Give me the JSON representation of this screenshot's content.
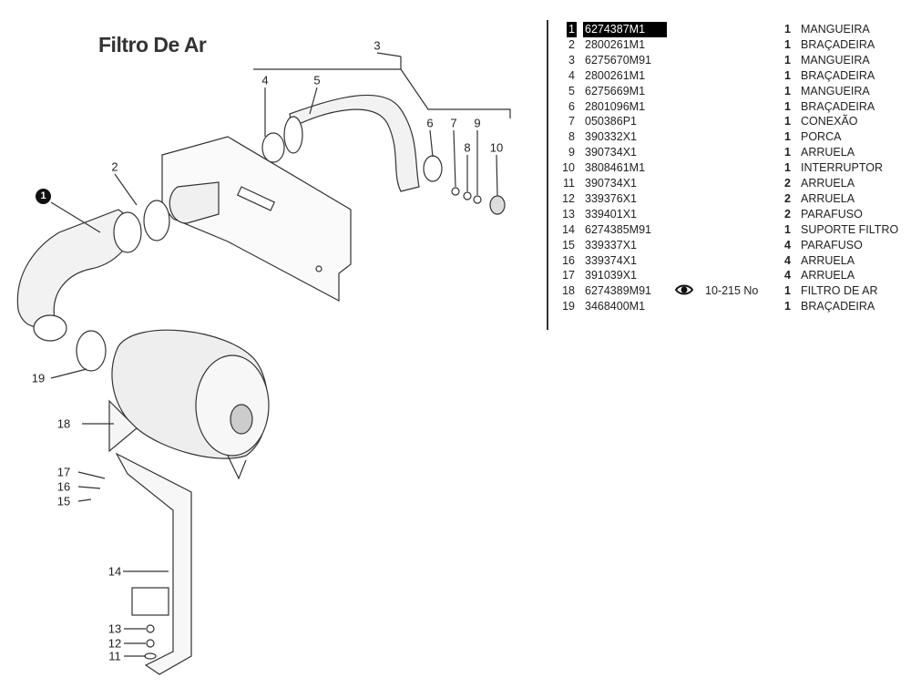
{
  "title": "Filtro De Ar",
  "callouts": {
    "c1": "1",
    "c2": "2",
    "c3": "3",
    "c4": "4",
    "c5": "5",
    "c6": "6",
    "c7": "7",
    "c8": "8",
    "c9": "9",
    "c10": "10",
    "c11": "11",
    "c12": "12",
    "c13": "13",
    "c14": "14",
    "c15": "15",
    "c16": "16",
    "c17": "17",
    "c18": "18",
    "c19": "19"
  },
  "parts": [
    {
      "idx": "1",
      "part": "6274387M1",
      "qty": "1",
      "desc": "MANGUEIRA",
      "selected": true
    },
    {
      "idx": "2",
      "part": "2800261M1",
      "qty": "1",
      "desc": "BRAÇADEIRA"
    },
    {
      "idx": "3",
      "part": "6275670M91",
      "qty": "1",
      "desc": "MANGUEIRA"
    },
    {
      "idx": "4",
      "part": "2800261M1",
      "qty": "1",
      "desc": "BRAÇADEIRA"
    },
    {
      "idx": "5",
      "part": "6275669M1",
      "qty": "1",
      "desc": "MANGUEIRA"
    },
    {
      "idx": "6",
      "part": "2801096M1",
      "qty": "1",
      "desc": "BRAÇADEIRA"
    },
    {
      "idx": "7",
      "part": "050386P1",
      "qty": "1",
      "desc": "CONEXÃO"
    },
    {
      "idx": "8",
      "part": "390332X1",
      "qty": "1",
      "desc": "PORCA"
    },
    {
      "idx": "9",
      "part": "390734X1",
      "qty": "1",
      "desc": "ARRUELA"
    },
    {
      "idx": "10",
      "part": "3808461M1",
      "qty": "1",
      "desc": "INTERRUPTOR"
    },
    {
      "idx": "11",
      "part": "390734X1",
      "qty": "2",
      "desc": "ARRUELA"
    },
    {
      "idx": "12",
      "part": "339376X1",
      "qty": "2",
      "desc": "ARRUELA"
    },
    {
      "idx": "13",
      "part": "339401X1",
      "qty": "2",
      "desc": "PARAFUSO"
    },
    {
      "idx": "14",
      "part": "6274385M91",
      "qty": "1",
      "desc": "SUPORTE FILTRO"
    },
    {
      "idx": "15",
      "part": "339337X1",
      "qty": "4",
      "desc": "PARAFUSO"
    },
    {
      "idx": "16",
      "part": "339374X1",
      "qty": "4",
      "desc": "ARRUELA"
    },
    {
      "idx": "17",
      "part": "391039X1",
      "qty": "4",
      "desc": "ARRUELA"
    },
    {
      "idx": "18",
      "part": "6274389M91",
      "qty": "1",
      "desc": "FILTRO DE AR",
      "serial": "10-215 No",
      "icon": "eye-icon"
    },
    {
      "idx": "19",
      "part": "3468400M1",
      "qty": "1",
      "desc": "BRAÇADEIRA"
    }
  ]
}
